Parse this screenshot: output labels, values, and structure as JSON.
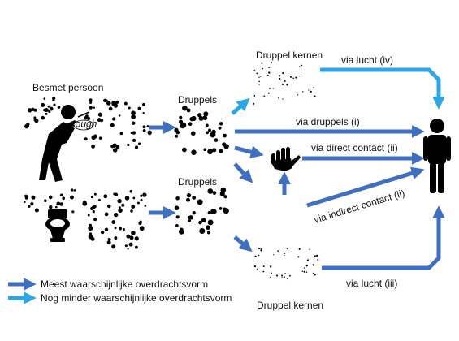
{
  "labels": {
    "infected_person": "Besmet persoon",
    "droplets_top": "Druppels",
    "droplets_bottom": "Druppels",
    "droplet_nuclei_top": "Druppel kernen",
    "droplet_nuclei_bottom": "Druppel kernen",
    "cough": "cough"
  },
  "routes": {
    "air_iv": "via lucht (iv)",
    "droplets_i": "via druppels (i)",
    "direct_contact_ii": "via direct contact (ii)",
    "indirect_contact_ii": "via indirect contact (ii)",
    "air_iii": "via lucht (iii)"
  },
  "legend": {
    "most_likely": "Meest waarschijnlijke overdrachtsvorm",
    "less_likely": "Nog minder waarschijnlijke overdrachtsvorm"
  },
  "colors": {
    "dark_arrow": "#3f6fc1",
    "light_arrow": "#2fa6e3",
    "ink": "#000000"
  },
  "icons": [
    "coughing-person-icon",
    "toilet-icon",
    "hand-icon",
    "person-icon"
  ]
}
